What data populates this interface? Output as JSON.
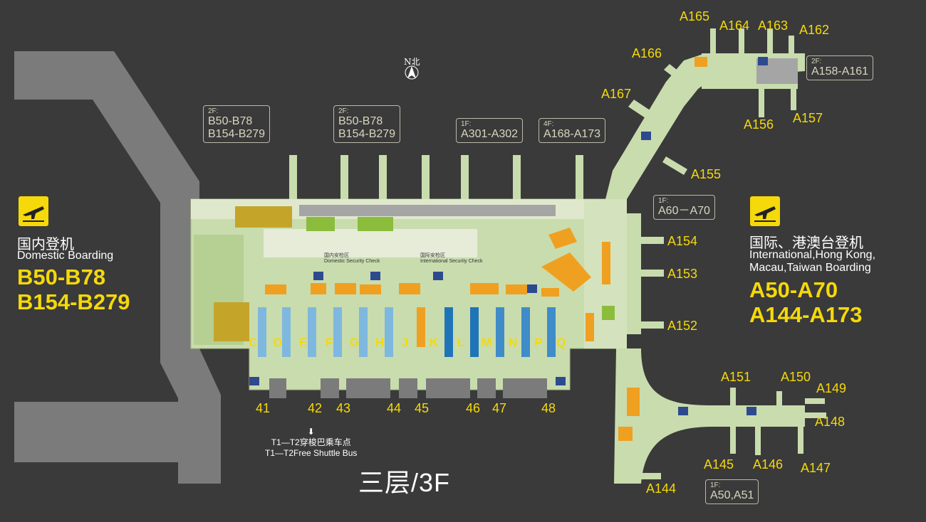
{
  "floor_label": "三层/3F",
  "north_label": "N北",
  "shuttle": {
    "line1": "T1—T2穿梭巴乘车点",
    "line2": "T1—T2Free Shuttle Bus",
    "arrow": "⬇"
  },
  "domestic": {
    "title_cn": "国内登机",
    "title_en": "Domestic Boarding",
    "range1": "B50-B78",
    "range2": "B154-B279",
    "icon": "airplane-departure-icon"
  },
  "international": {
    "title_cn": "国际、港澳台登机",
    "title_en_1": "International,Hong Kong,",
    "title_en_2": "Macau,Taiwan Boarding",
    "range1": "A50-A70",
    "range2": "A144-A173",
    "icon": "airplane-departure-icon"
  },
  "callouts": {
    "c1": {
      "floor": "2F:",
      "line1": "B50-B78",
      "line2": "B154-B279"
    },
    "c2": {
      "floor": "2F:",
      "line1": "B50-B78",
      "line2": "B154-B279"
    },
    "c3": {
      "floor": "1F:",
      "line1": "A301-A302"
    },
    "c4": {
      "floor": "4F:",
      "line1": "A168-A173"
    },
    "c5": {
      "floor": "2F:",
      "line1": "A158-A161"
    },
    "c6": {
      "floor": "1F:",
      "line1": "A60－A70"
    },
    "c7": {
      "floor": "1F:",
      "line1": "A50,A51"
    }
  },
  "gates": {
    "A165": "A165",
    "A164": "A164",
    "A163": "A163",
    "A162": "A162",
    "A166": "A166",
    "A167": "A167",
    "A156": "A156",
    "A157": "A157",
    "A155": "A155",
    "A154": "A154",
    "A153": "A153",
    "A152": "A152",
    "A151": "A151",
    "A150": "A150",
    "A149": "A149",
    "A148": "A148",
    "A147": "A147",
    "A146": "A146",
    "A145": "A145",
    "A144": "A144"
  },
  "bays": [
    "41",
    "42",
    "43",
    "44",
    "45",
    "46",
    "47",
    "48"
  ],
  "check_in_rows": [
    "C",
    "D",
    "E",
    "F",
    "G",
    "H",
    "J",
    "K",
    "L",
    "M",
    "N",
    "P",
    "Q"
  ],
  "security": {
    "domestic_cn": "国内安检区",
    "domestic_en": "Domestic Security Check",
    "international_cn": "国际安检区",
    "international_en": "International Security Check"
  },
  "colors": {
    "background": "#3a3a3a",
    "runway": "#7b7b7b",
    "terminal": "#c9dcae",
    "accent": "#f5d90a",
    "blue_counter": "#3f8cc8",
    "orange_shop": "#f0a020"
  }
}
